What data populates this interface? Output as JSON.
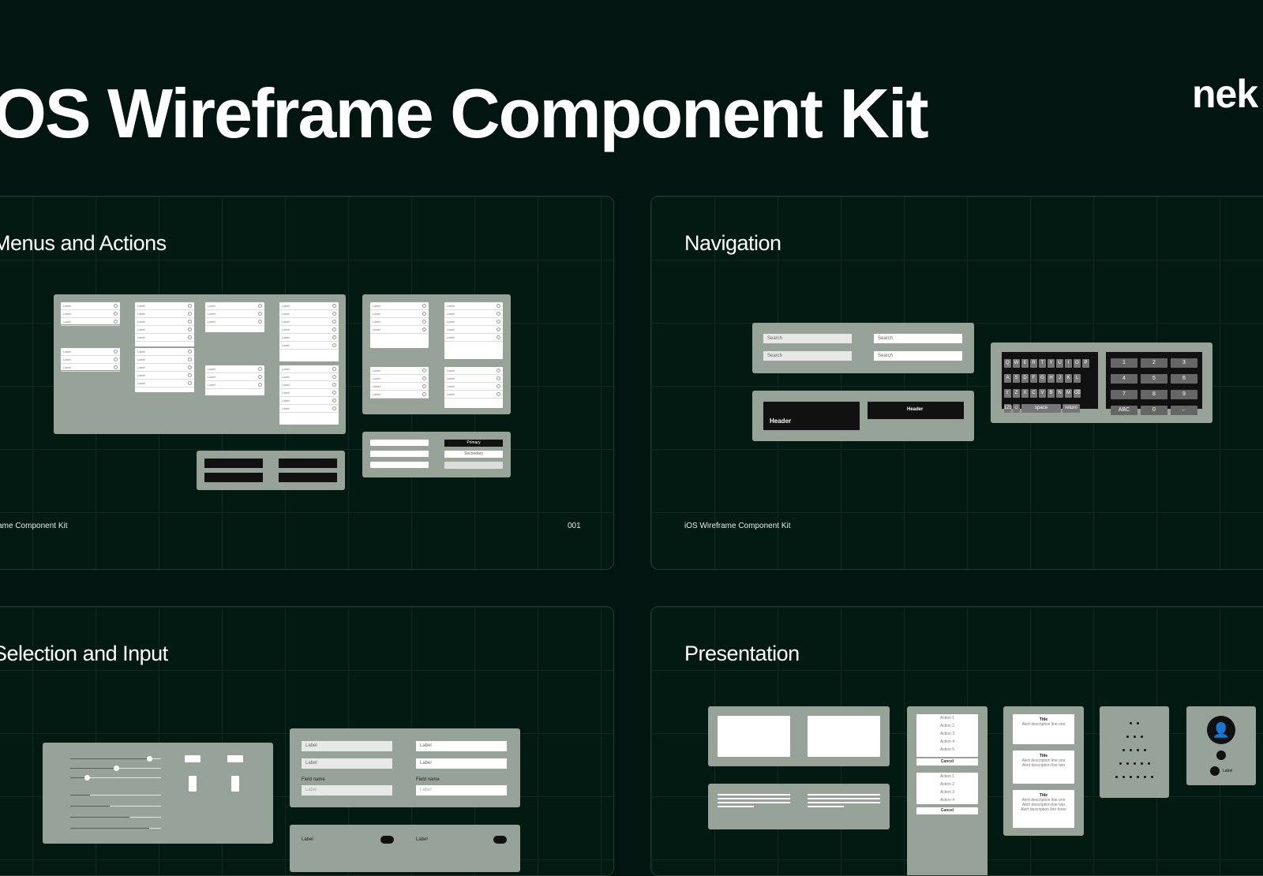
{
  "page": {
    "title": "iOS Wireframe Component Kit",
    "logo": "nek"
  },
  "cards": {
    "menus": {
      "title": "Menus and Actions",
      "footer": "iOS Wireframe Component Kit",
      "number": "001"
    },
    "navigation": {
      "title": "Navigation",
      "footer": "iOS Wireframe Component Kit"
    },
    "selection": {
      "title": "Selection and Input"
    },
    "presentation": {
      "title": "Presentation"
    }
  },
  "wireframe": {
    "label": "Label",
    "search": "Search",
    "header": "Header",
    "primary": "Primary",
    "secondary": "Secondary",
    "field_name": "Field name",
    "title": "Title",
    "alert_line_one": "Alert description line one",
    "alert_line_two": "Alert description line two",
    "alert_line_three": "Alert description line three",
    "cancel": "Cancel",
    "actions": [
      "Action 1",
      "Action 2",
      "Action 3",
      "Action 4",
      "Action 5"
    ],
    "keyboard_rows": [
      [
        "Q",
        "W",
        "E",
        "R",
        "T",
        "Y",
        "U",
        "I",
        "O",
        "P"
      ],
      [
        "A",
        "S",
        "D",
        "F",
        "G",
        "H",
        "J",
        "K",
        "L"
      ],
      [
        "⇧",
        "Z",
        "X",
        "C",
        "V",
        "B",
        "N",
        "M",
        "⌫"
      ]
    ],
    "keyboard_bottom": [
      "123",
      "☺",
      "space",
      "return"
    ],
    "numpad": [
      "1",
      "2",
      "3",
      "4",
      "5",
      "6",
      "7",
      "8",
      "9",
      "ABC",
      "0",
      "←"
    ]
  }
}
